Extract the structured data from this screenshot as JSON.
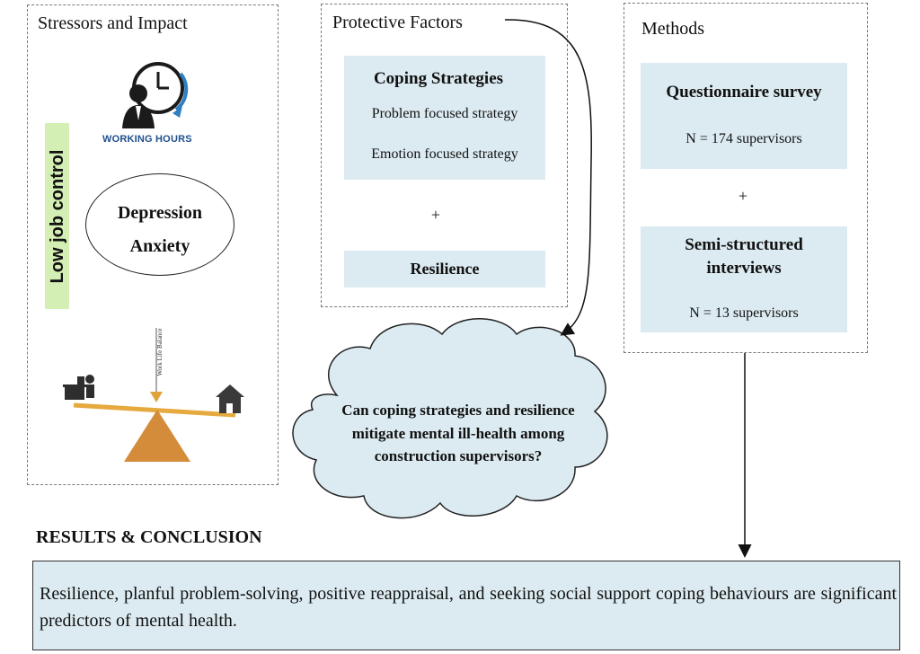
{
  "panels": {
    "stressors": {
      "title": "Stressors and Impact",
      "working_hours_label": "WORKING HOURS",
      "job_control_label": "Low job control",
      "depression_label": "Depression",
      "anxiety_label": "Anxiety",
      "work_life_label": "Work Life Balance"
    },
    "protective": {
      "title": "Protective Factors",
      "coping_title": "Coping Strategies",
      "coping_items": [
        "Problem focused strategy",
        "Emotion focused strategy"
      ],
      "plus": "+",
      "resilience_label": "Resilience"
    },
    "methods": {
      "title": "Methods",
      "survey_title": "Questionnaire survey",
      "survey_n": "N = 174 supervisors",
      "plus": "+",
      "interview_title_line1": "Semi-structured",
      "interview_title_line2": "interviews",
      "interview_n": "N = 13 supervisors"
    }
  },
  "question": {
    "line1": "Can coping strategies and resilience",
    "line2": "mitigate mental ill-health among",
    "line3": "construction supervisors?"
  },
  "results": {
    "heading": "RESULTS & CONCLUSION",
    "text": "Resilience, planful problem-solving, positive reappraisal, and seeking social support coping behaviours are significant predictors of mental health."
  },
  "colors": {
    "shade": "#dcebf1",
    "job_control_bg": "#d4efb3",
    "working_hours_blue": "#1d4f8c",
    "seesaw_base": "#d48b3a"
  }
}
